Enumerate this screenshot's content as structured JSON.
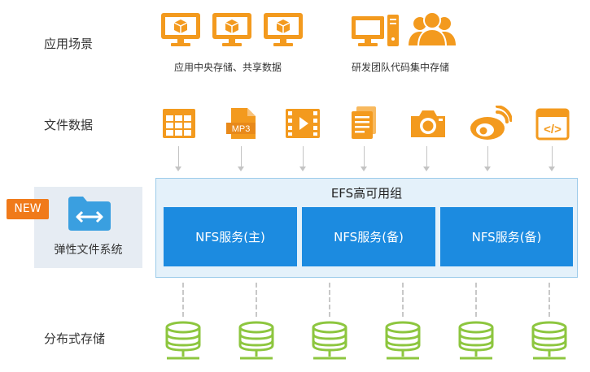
{
  "rows": {
    "scene": "应用场景",
    "files": "文件数据",
    "storage": "分布式存储"
  },
  "scenes": {
    "caption_left": "应用中央存储、共享数据",
    "caption_right": "研发团队代码集中存储"
  },
  "file_icons": [
    "spreadsheet-icon",
    "mp3-file-icon",
    "video-icon",
    "document-icon",
    "camera-icon",
    "weibo-icon",
    "code-icon"
  ],
  "mp3_text": "MP3",
  "code_text": "</>",
  "efs": {
    "badge": "NEW",
    "label": "弹性文件系统"
  },
  "group": {
    "title": "EFS高可用组",
    "nodes": [
      "NFS服务(主)",
      "NFS服务(备)",
      "NFS服务(备)"
    ]
  },
  "colors": {
    "accent_orange": "#f39a1e",
    "badge_orange": "#f07a1a",
    "nfs_blue": "#1c8be0",
    "folder_blue": "#3a9fe0",
    "storage_green": "#8dc63f"
  }
}
